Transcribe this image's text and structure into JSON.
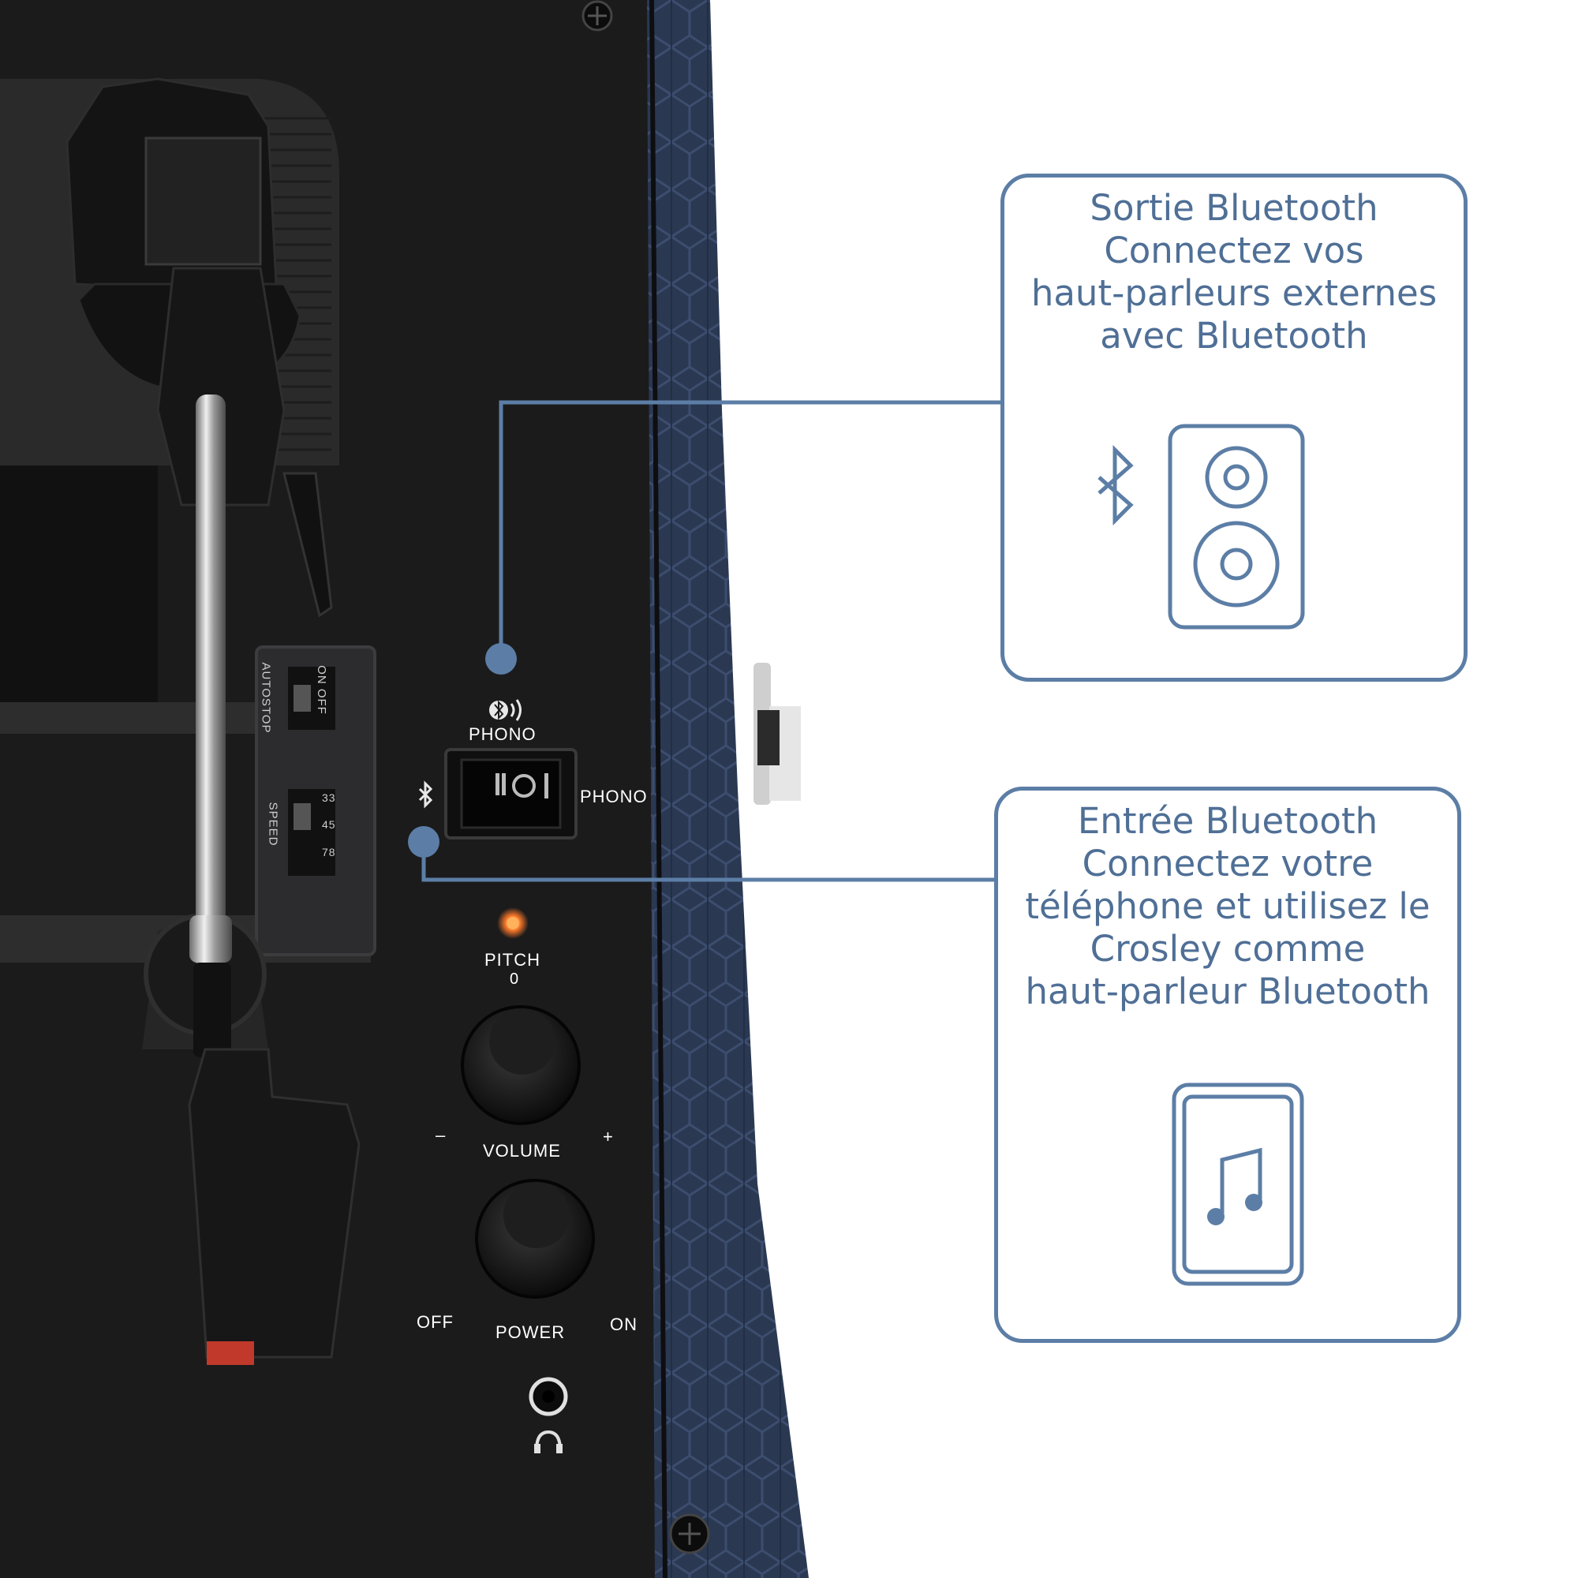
{
  "colors": {
    "accent": "#5c7ea6",
    "text": "#4f6f96",
    "panel": "#1b1b1c",
    "case_fabric": "#2a3852",
    "led": "#ff7a2a"
  },
  "device": {
    "switch_top_label": "PHONO",
    "switch_right_label": "PHONO",
    "switch_left_icon": "bluetooth-icon",
    "switch_top_icon": "bluetooth-speaker-icon",
    "autostop_label": "AUTOSTOP",
    "autostop_state_label": "ON OFF",
    "speed_label": "SPEED",
    "speed_values": [
      "33",
      "45",
      "78"
    ],
    "pitch_label": "PITCH",
    "pitch_zero": "0",
    "volume_minus": "–",
    "volume_label": "VOLUME",
    "volume_plus": "+",
    "power_off": "OFF",
    "power_label": "POWER",
    "power_on": "ON",
    "headphone_icon": "headphones-icon"
  },
  "callout_top": {
    "title": "Sortie Bluetooth",
    "lines": [
      "Connectez vos",
      "haut-parleurs externes",
      "avec Bluetooth"
    ],
    "icons": [
      "bluetooth-icon",
      "speaker-icon"
    ]
  },
  "callout_bottom": {
    "title": "Entrée Bluetooth",
    "lines": [
      "Connectez votre",
      "téléphone et utilisez le",
      "Crosley comme",
      "haut-parleur Bluetooth"
    ],
    "icons": [
      "phone-music-icon"
    ]
  }
}
